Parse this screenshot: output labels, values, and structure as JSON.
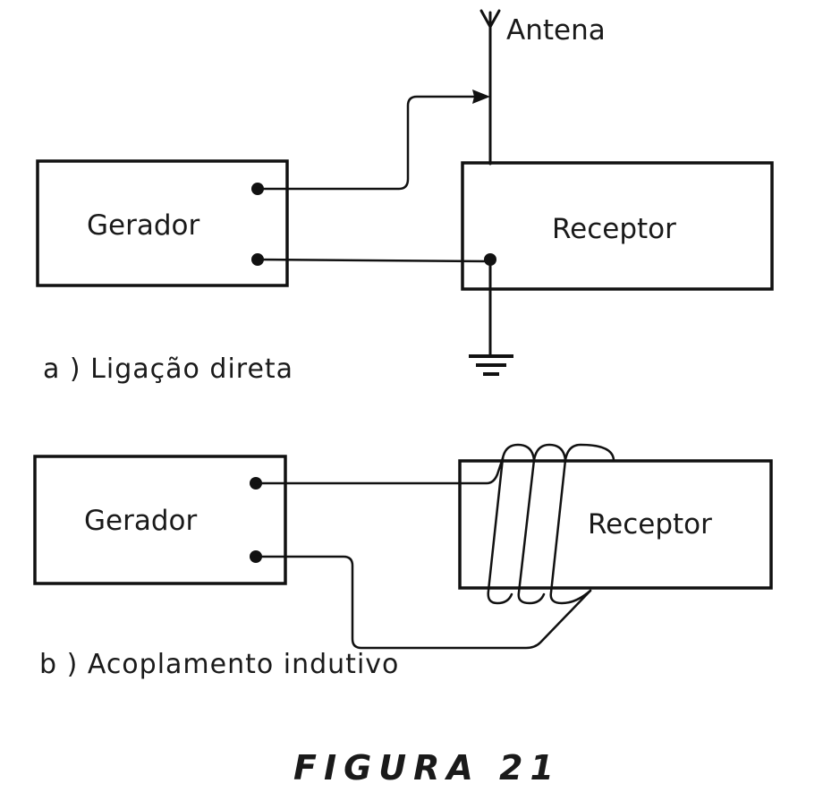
{
  "diagram_a": {
    "antenna_label": "Antena",
    "generator_label": "Gerador",
    "receiver_label": "Receptor",
    "caption": "a ) Ligação direta"
  },
  "diagram_b": {
    "generator_label": "Gerador",
    "receiver_label": "Receptor",
    "caption": "b ) Acoplamento indutivo"
  },
  "figure_title": "FIGURA 21"
}
